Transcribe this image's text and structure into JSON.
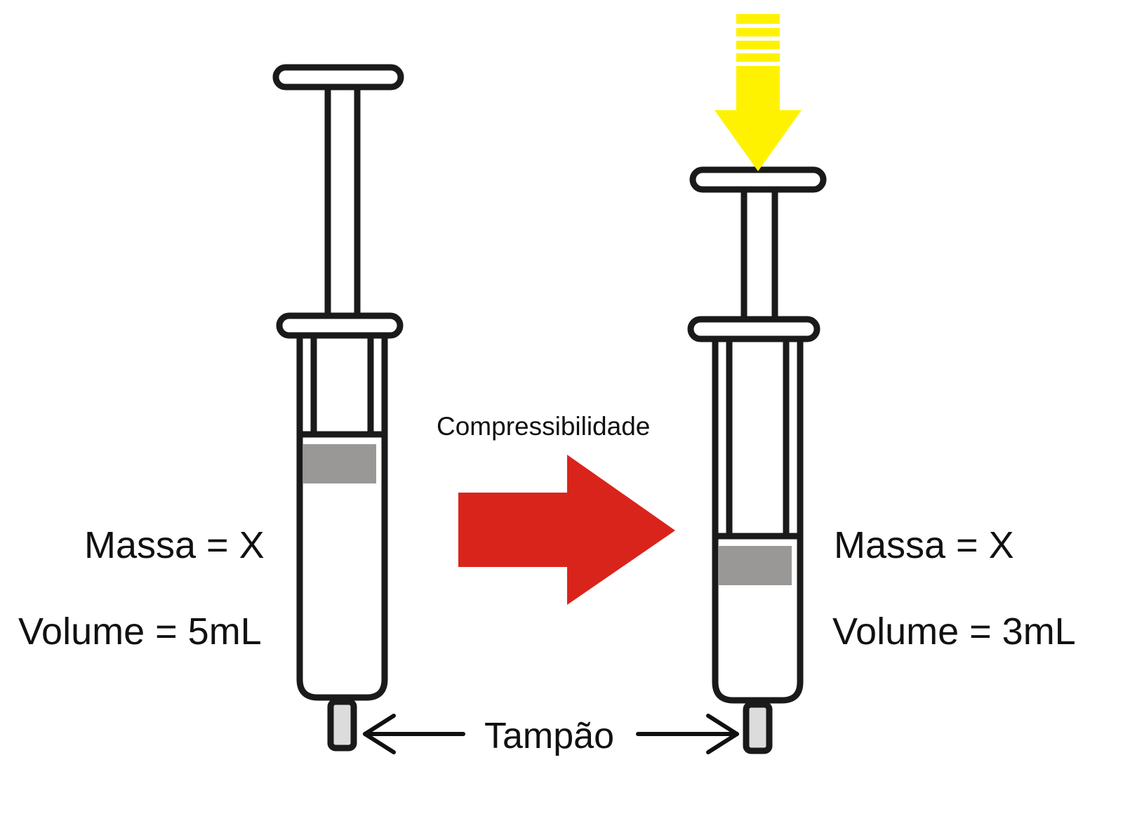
{
  "left_syringe": {
    "mass_label": "Massa = X",
    "volume_label": "Volume = 5mL"
  },
  "right_syringe": {
    "mass_label": "Massa = X",
    "volume_label": "Volume = 3mL"
  },
  "process_label": "Compressibilidade",
  "cap_label": "Tampão",
  "colors": {
    "outline": "#1a1a1a",
    "plunger_seal": "#9a9896",
    "cap_fill": "#dcdcdc",
    "process_arrow": "#d9241c",
    "force_arrow": "#fff200"
  },
  "icons": {
    "process_arrow": "right-arrow-icon",
    "force_arrow": "down-arrow-icon",
    "cap_pointer_left": "left-arrow-icon",
    "cap_pointer_right": "right-arrow-icon"
  }
}
